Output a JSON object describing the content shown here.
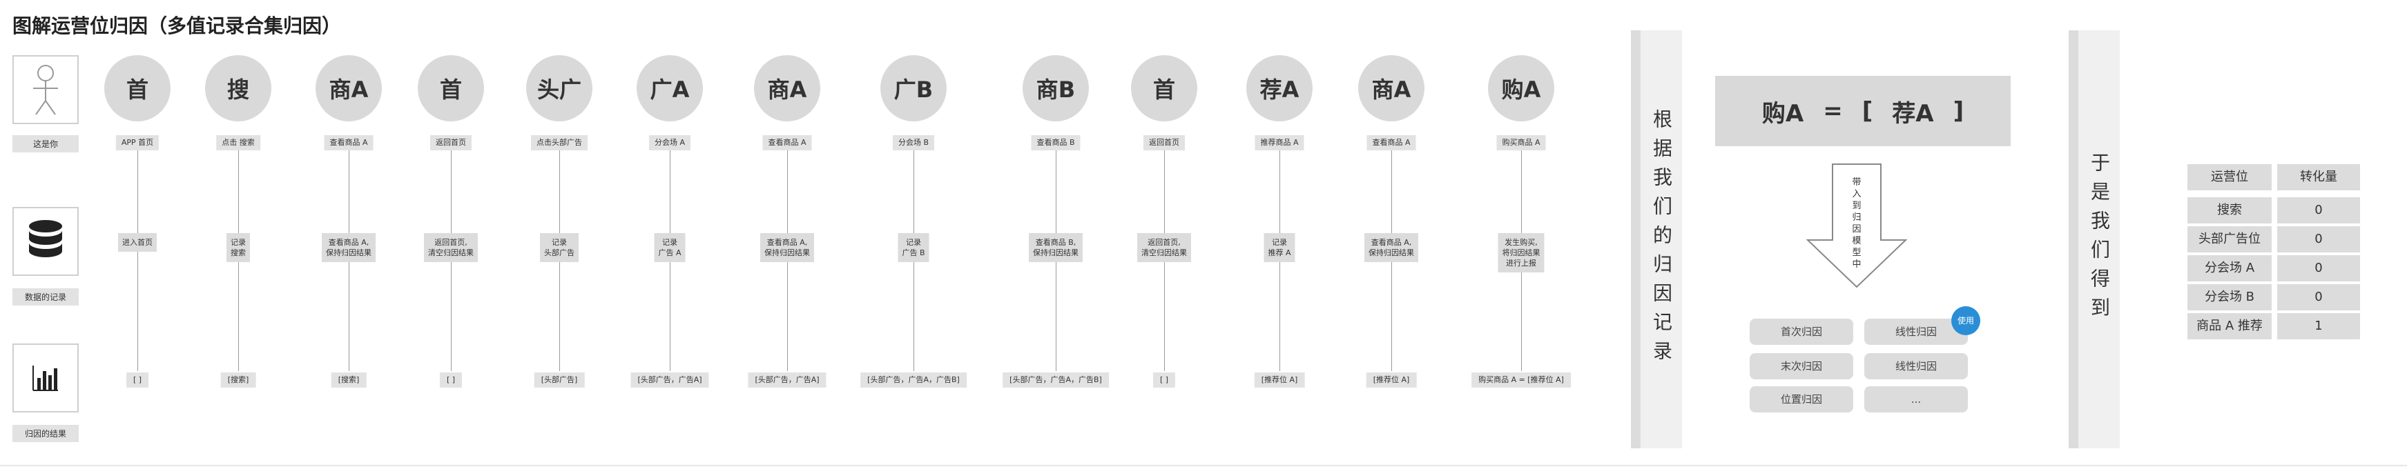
{
  "title": "图解运营位归因（多值记录合集归因）",
  "legend": {
    "user_label": "这是你",
    "db_label": "数据的记录",
    "result_label": "归因的结果"
  },
  "steps": [
    {
      "icon": "首",
      "action": "APP 首页",
      "record": "进入首页",
      "result": "[ ]"
    },
    {
      "icon": "搜",
      "action": "点击 搜索",
      "record": "记录\n搜索",
      "result": "[搜索]"
    },
    {
      "icon": "商A",
      "action": "查看商品 A",
      "record": "查看商品 A,\n保持归因结果",
      "result": "[搜索]"
    },
    {
      "icon": "首",
      "action": "返回首页",
      "record": "返回首页,\n清空归因结果",
      "result": "[ ]"
    },
    {
      "icon": "头广",
      "action": "点击头部广告",
      "record": "记录\n头部广告",
      "result": "[头部广告]"
    },
    {
      "icon": "广A",
      "action": "分会场 A",
      "record": "记录\n广告 A",
      "result": "[头部广告，广告A]"
    },
    {
      "icon": "商A",
      "action": "查看商品 A",
      "record": "查看商品 A,\n保持归因结果",
      "result": "[头部广告，广告A]"
    },
    {
      "icon": "广B",
      "action": "分会场 B",
      "record": "记录\n广告 B",
      "result": "[头部广告，广告A，广告B]"
    },
    {
      "icon": "商B",
      "action": "查看商品 B",
      "record": "查看商品 B,\n保持归因结果",
      "result": "[头部广告，广告A，广告B]"
    },
    {
      "icon": "首",
      "action": "返回首页",
      "record": "返回首页,\n清空归因结果",
      "result": "[ ]"
    },
    {
      "icon": "荐A",
      "action": "推荐商品 A",
      "record": "记录\n推荐 A",
      "result": "[推荐位 A]"
    },
    {
      "icon": "商A",
      "action": "查看商品 A",
      "record": "查看商品 A,\n保持归因结果",
      "result": "[推荐位 A]"
    },
    {
      "icon": "购A",
      "action": "购买商品 A",
      "record": "发生购买,\n将归因结果\n进行上报",
      "result": "购买商品 A = [推荐位 A]"
    }
  ],
  "side_text_1": "根据我们的归因记录",
  "formula": {
    "left": "购A",
    "eq": "=",
    "open": "[",
    "item": "荐A",
    "close": "]"
  },
  "arrow_text": "带入到归因模型中",
  "methods": [
    "首次归因",
    "线性归因",
    "末次归因",
    "线性归因",
    "位置归因",
    "..."
  ],
  "badge": "使用",
  "side_text_2": "于是我们得到",
  "table": {
    "headers": [
      "运营位",
      "转化量"
    ],
    "rows": [
      [
        "搜索",
        "0"
      ],
      [
        "头部广告位",
        "0"
      ],
      [
        "分会场 A",
        "0"
      ],
      [
        "分会场 B",
        "0"
      ],
      [
        "商品 A 推荐",
        "1"
      ]
    ]
  },
  "colors": {
    "accent": "#2a8ed6",
    "box": "#dcdcdc",
    "circle": "#d9d9d9"
  }
}
